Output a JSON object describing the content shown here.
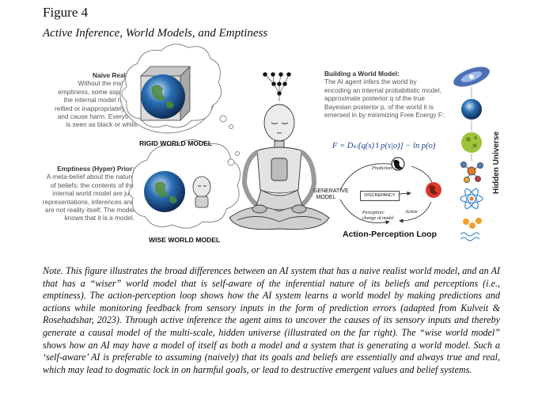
{
  "figure": {
    "number": "Figure 4",
    "title": "Active Inference, World Models, and Emptiness"
  },
  "naive_realism": {
    "heading": "Naive Realism:",
    "lines": [
      "Without the insight of",
      "emptiness, some aspects of",
      "the internal model may be",
      "reified or inappropriately rigid",
      "and cause harm. Everything",
      "is seen as black or white."
    ]
  },
  "rigid_label": "RIGID WORLD MODEL",
  "emptiness_prior": {
    "heading": "Emptiness (Hyper) Prior:",
    "lines": [
      "A meta-belief about the nature",
      "of beliefs: the contents of the",
      "internal world model are just",
      "representations, inferences and",
      "are not reality itself. The model",
      "knows that it is a model."
    ]
  },
  "wise_label": "WISE WORLD MODEL",
  "building": {
    "heading": "Building a World Model:",
    "lines": [
      "The AI agent infers the world by",
      "encoding an internal probabilistic model,",
      "approximate posterior q of the true",
      "Bayesian posterior p, of the world it is",
      "emersed in by minimizing Free Energy F:"
    ]
  },
  "formula": "F = Dₖₗ[q(s) ‖ p(s|o)] − ln p(o)",
  "loop": {
    "generative": "GENERATIVE MODEL",
    "discrepancy": "DISCREPANCY",
    "prediction": "Prediction",
    "action": "Action",
    "perception": "Perception: change of model",
    "title": "Action-Perception Loop"
  },
  "hidden_universe": "Hidden Universe",
  "note": "Note. This figure illustrates the broad differences between an AI system that has a naive realist world model, and an AI that has a “wiser” world model that is self-aware of the inferential nature of its beliefs and perceptions (i.e., emptiness). The action-perception loop shows how the AI system learns a world model by making predictions and actions while monitoring feedback from sensory inputs in the form of prediction errors (adapted from Kulveit & Rosehadshar, 2023). Through active inference the agent aims to uncover the causes of its sensory inputs and thereby generate a causal model of the multi-scale, hidden universe (illustrated on the far right). The “wise world model” shows how an AI may have a model of itself as both a model and a system that is generating a world model. Such a ‘self-aware’ AI is preferable to assuming (naively) that its goals and beliefs are essentially and always true and real, which may lead to dogmatic lock in on harmful goals, or lead to destructive emergent values and belief systems.",
  "colors": {
    "formula": "#1a3f8f",
    "earth_blue": "#2a6fb5",
    "earth_green": "#4e8a3a"
  }
}
